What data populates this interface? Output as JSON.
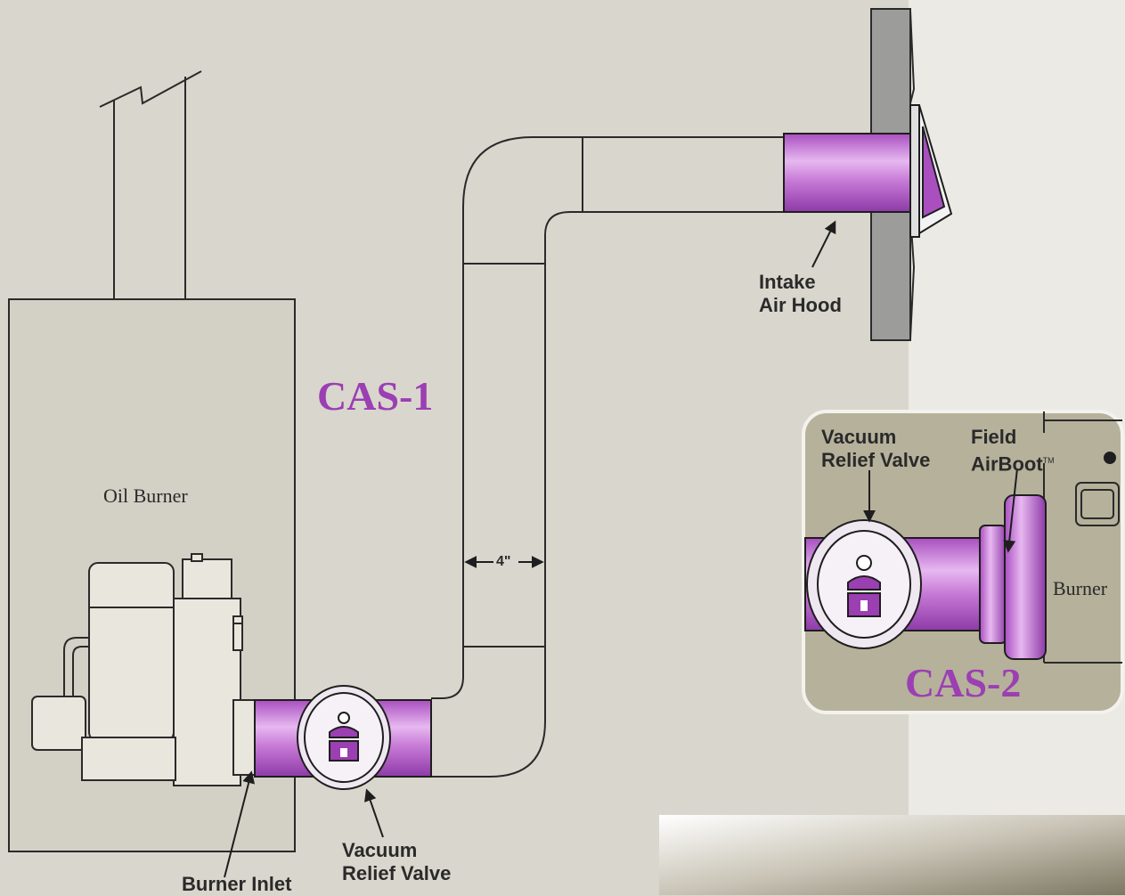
{
  "colors": {
    "background": "#d9d6cd",
    "accent_purple": "#9b3fb3",
    "pipe_purple": "#c77ad6",
    "line": "#2a2a2a",
    "wall": "#9c9c9a",
    "inset_bg": "#b6b19b"
  },
  "labels": {
    "oil_burner": "Oil Burner",
    "cas1": "CAS-1",
    "cas2": "CAS-2",
    "width_dimension": "4\"",
    "intake_line1": "Intake",
    "intake_line2": "Air Hood",
    "burner_inlet": "Burner Inlet",
    "vrv_line1": "Vacuum",
    "vrv_line2": "Relief Valve",
    "inset_vrv_line1": "Vacuum",
    "inset_vrv_line2": "Relief Valve",
    "inset_field_line1": "Field",
    "inset_field_line2": "AirBoot",
    "inset_field_tm": "TM",
    "inset_burner": "Burner"
  }
}
